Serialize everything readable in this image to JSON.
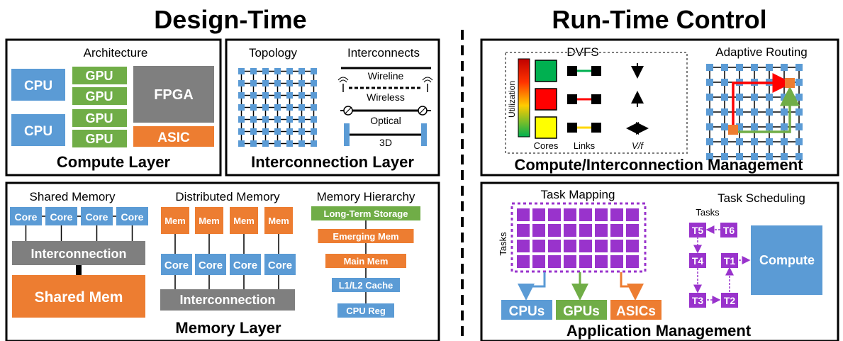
{
  "headings": {
    "design_time": "Design-Time",
    "run_time": "Run-Time Control"
  },
  "compute": {
    "architecture": "Architecture",
    "cpu": [
      "CPU",
      "CPU"
    ],
    "gpu": [
      "GPU",
      "GPU",
      "GPU",
      "GPU"
    ],
    "fpga": "FPGA",
    "asic": "ASIC",
    "layer_title": "Compute Layer"
  },
  "interconnection": {
    "topology": "Topology",
    "interconnects": "Interconnects",
    "wireline": "Wireline",
    "wireless": "Wireless",
    "optical": "Optical",
    "three_d": "3D",
    "layer_title": "Interconnection Layer"
  },
  "memory": {
    "shared_title": "Shared Memory",
    "shared_cores": [
      "Core",
      "Core",
      "Core",
      "Core"
    ],
    "shared_interconnect": "Interconnection",
    "shared_mem": "Shared Mem",
    "distributed_title": "Distributed Memory",
    "dist_mems": [
      "Mem",
      "Mem",
      "Mem",
      "Mem"
    ],
    "dist_cores": [
      "Core",
      "Core",
      "Core",
      "Core"
    ],
    "dist_interconnect": "Interconnection",
    "hierarchy_title": "Memory Hierarchy",
    "hierarchy": [
      "Long-Term Storage",
      "Emerging Mem",
      "Main Mem",
      "L1/L2 Cache",
      "CPU Reg"
    ],
    "layer_title": "Memory Layer"
  },
  "dvfs": {
    "title": "DVFS",
    "utilization": "Utilization",
    "cores": "Cores",
    "links": "Links",
    "vf": "V/f"
  },
  "routing": {
    "title": "Adaptive Routing"
  },
  "cim_title": "Compute/Interconnection Management",
  "app": {
    "task_mapping": "Task Mapping",
    "tasks_label": "Tasks",
    "targets": [
      "CPUs",
      "GPUs",
      "ASICs"
    ],
    "task_scheduling": "Task Scheduling",
    "sched_tasks_label": "Tasks",
    "task_nodes": [
      "T5",
      "T6",
      "T4",
      "T1",
      "T3",
      "T2"
    ],
    "compute": "Compute",
    "title": "Application Management"
  },
  "colors": {
    "blue": "#5b9bd5",
    "green": "#70ad47",
    "orange": "#ed7d31",
    "gray": "#7f7f7f",
    "purple": "#9933cc",
    "red": "#ff0000",
    "yellow": "#ffff00",
    "dvfs_green": "#00b050"
  }
}
